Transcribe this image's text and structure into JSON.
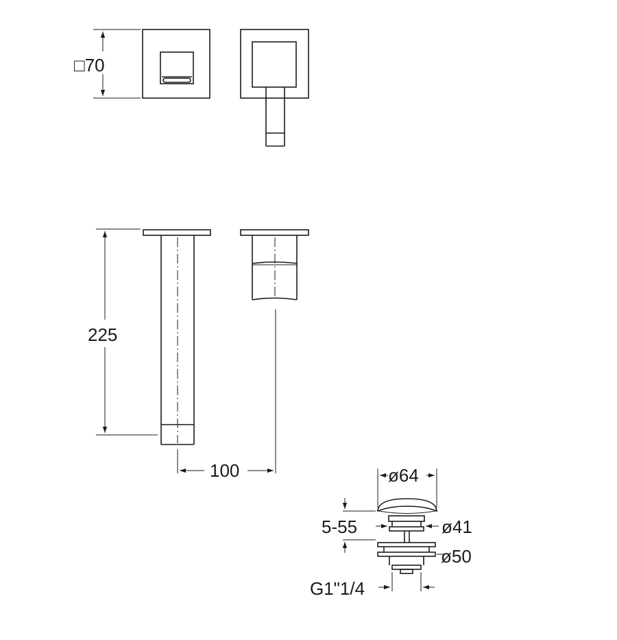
{
  "dimensions": {
    "plate_square": "□70",
    "spout_length": "225",
    "spout_projection": "100",
    "cap_diameter": "ø64",
    "stem_diameter": "ø41",
    "flange_diameter": "ø50",
    "adjustment_range": "5-55",
    "thread": "G1\"1/4"
  }
}
